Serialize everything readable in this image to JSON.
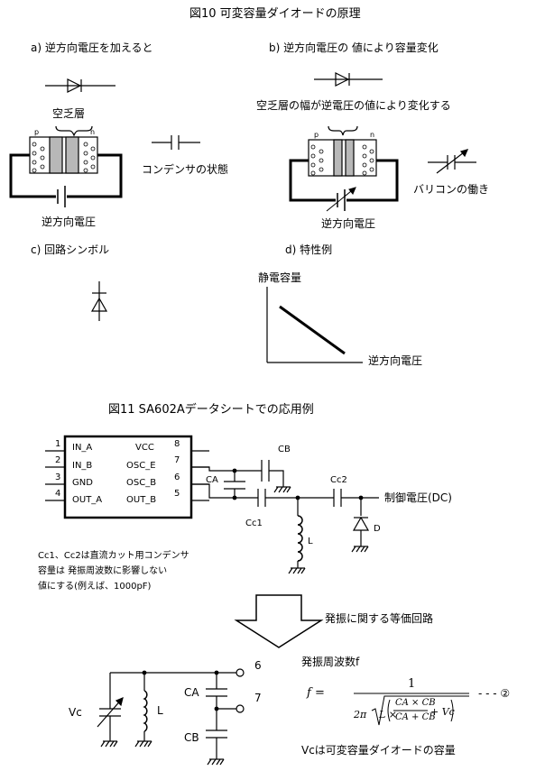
{
  "fig10": {
    "title": "図10  可変容量ダイオードの原理",
    "a": {
      "heading": "a) 逆方向電圧を加えると",
      "depletion_label": "空乏層",
      "p": "p",
      "n": "n",
      "cap_state": "コンデンサの状態",
      "reverse_voltage": "逆方向電圧"
    },
    "b": {
      "heading": "b) 逆方向電圧の 値により容量変化",
      "note": "空乏層の幅が逆電圧の値により変化する",
      "p": "p",
      "n": "n",
      "varicap_action": "バリコンの働き",
      "reverse_voltage": "逆方向電圧"
    },
    "c": {
      "heading": "c) 回路シンボル"
    },
    "d": {
      "heading": "d) 特性例",
      "ylabel": "静電容量",
      "xlabel": "逆方向電圧"
    }
  },
  "fig11": {
    "title": "図11  SA602Aデータシートでの応用例",
    "ic": {
      "pins_left": [
        {
          "num": "1",
          "name": "IN_A"
        },
        {
          "num": "2",
          "name": "IN_B"
        },
        {
          "num": "3",
          "name": "GND"
        },
        {
          "num": "4",
          "name": "OUT_A"
        }
      ],
      "pins_right": [
        {
          "num": "8",
          "name": "VCC"
        },
        {
          "num": "7",
          "name": "OSC_E"
        },
        {
          "num": "6",
          "name": "OSC_B"
        },
        {
          "num": "5",
          "name": "OUT_B"
        }
      ]
    },
    "labels": {
      "cb": "CB",
      "ca": "CA",
      "cc1": "Cc1",
      "cc2": "Cc2",
      "l": "L",
      "d": "D",
      "control_voltage": "制御電圧(DC)"
    },
    "note": [
      "Cc1、Cc2は直流カット用コンデンサ",
      "容量は 発振周波数に影響しない",
      "値にする(例えば、1000pF)"
    ],
    "arrow_label": "発振に関する等価回路"
  },
  "equivalent": {
    "vc": "Vc",
    "l": "L",
    "ca": "CA",
    "cb": "CB",
    "node6": "6",
    "node7": "7",
    "freq_title": "発振周波数f",
    "formula": {
      "lhs": "f =",
      "numerator": "1",
      "two_pi": "2π",
      "l_times": "L ×",
      "ca_cb": "CA × CB",
      "ca_plus_cb": "CA + CB",
      "plus_vc": "+ Vc",
      "eq_number": "- - - ②"
    },
    "vc_note": "Vcは可変容量ダイオードの容量"
  },
  "colors": {
    "ink": "#000000",
    "gray_region": "#b8b8b8"
  }
}
